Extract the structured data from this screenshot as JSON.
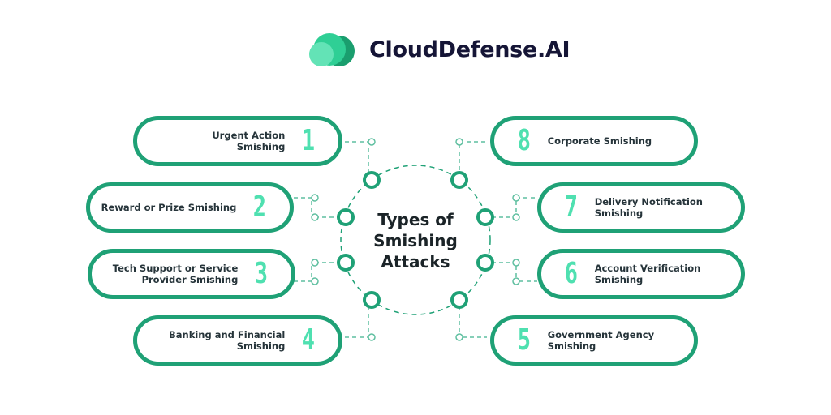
{
  "brand": {
    "name": "CloudDefense.AI",
    "logo_icon": "cloud-icon",
    "colors": {
      "primary": "#1fa176",
      "accent": "#4fe0b0",
      "text": "#151536"
    }
  },
  "diagram": {
    "title_lines": [
      "Types of",
      "Smishing",
      "Attacks"
    ],
    "items": [
      {
        "number": "1",
        "label_lines": [
          "Urgent Action",
          "Smishing"
        ]
      },
      {
        "number": "2",
        "label_lines": [
          "Reward or Prize Smishing"
        ]
      },
      {
        "number": "3",
        "label_lines": [
          "Tech Support or Service",
          "Provider Smishing"
        ]
      },
      {
        "number": "4",
        "label_lines": [
          "Banking and Financial",
          "Smishing"
        ]
      },
      {
        "number": "5",
        "label_lines": [
          "Government Agency Smishing"
        ]
      },
      {
        "number": "6",
        "label_lines": [
          "Account Verification Smishing"
        ]
      },
      {
        "number": "7",
        "label_lines": [
          "Delivery Notification Smishing"
        ]
      },
      {
        "number": "8",
        "label_lines": [
          "Corporate Smishing"
        ]
      }
    ]
  }
}
